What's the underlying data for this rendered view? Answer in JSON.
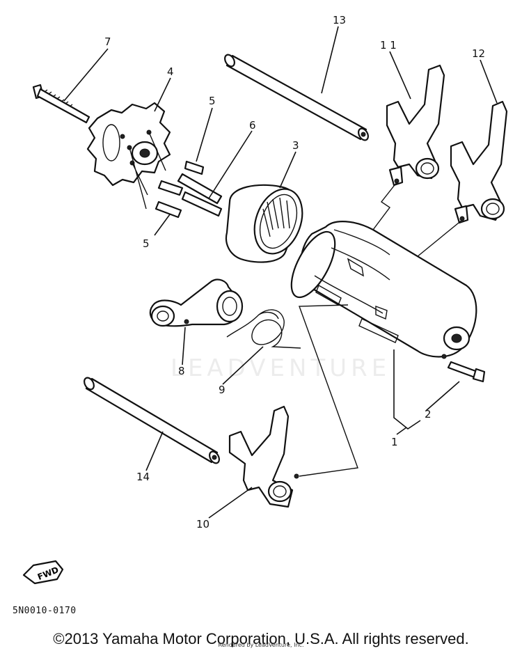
{
  "callouts": {
    "c1": "1",
    "c2": "2",
    "c3": "3",
    "c4": "4",
    "c5a": "5",
    "c5b": "5",
    "c6": "6",
    "c7": "7",
    "c8": "8",
    "c9": "9",
    "c10": "10",
    "c11": "1 1",
    "c12": "12",
    "c13": "13",
    "c14": "14"
  },
  "fwd_label": "FWD",
  "ref_code": "5N0010-0170",
  "watermark": "LEADVENTURE",
  "copyright": "©2013 Yamaha Motor Corporation, U.S.A. All rights reserved.",
  "rendered_by": "Rendered by LeadVenture, Inc.",
  "icons": {
    "fwd": "forward-arrow-icon"
  }
}
